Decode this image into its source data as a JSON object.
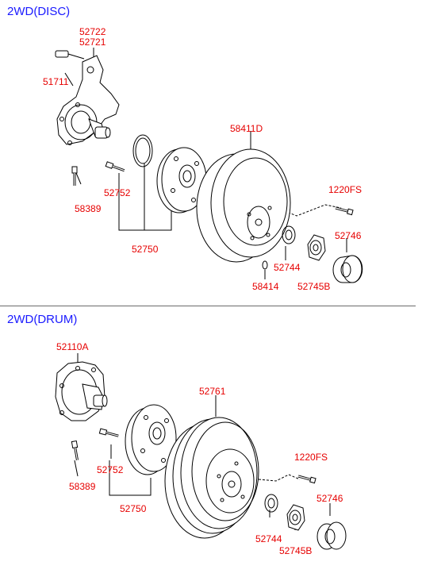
{
  "sections": {
    "disc": {
      "title": "2WD(DISC)",
      "labels": {
        "p52722": "52722",
        "p52721": "52721",
        "p51711": "51711",
        "p58411D": "58411D",
        "p52752": "52752",
        "p1220FS": "1220FS",
        "p58389": "58389",
        "p52746": "52746",
        "p52750": "52750",
        "p52744": "52744",
        "p58414": "58414",
        "p52745B": "52745B"
      }
    },
    "drum": {
      "title": "2WD(DRUM)",
      "labels": {
        "p52110A": "52110A",
        "p52761": "52761",
        "p1220FS": "1220FS",
        "p52752": "52752",
        "p58389": "58389",
        "p52746": "52746",
        "p52750": "52750",
        "p52744": "52744",
        "p52745B": "52745B"
      }
    }
  }
}
